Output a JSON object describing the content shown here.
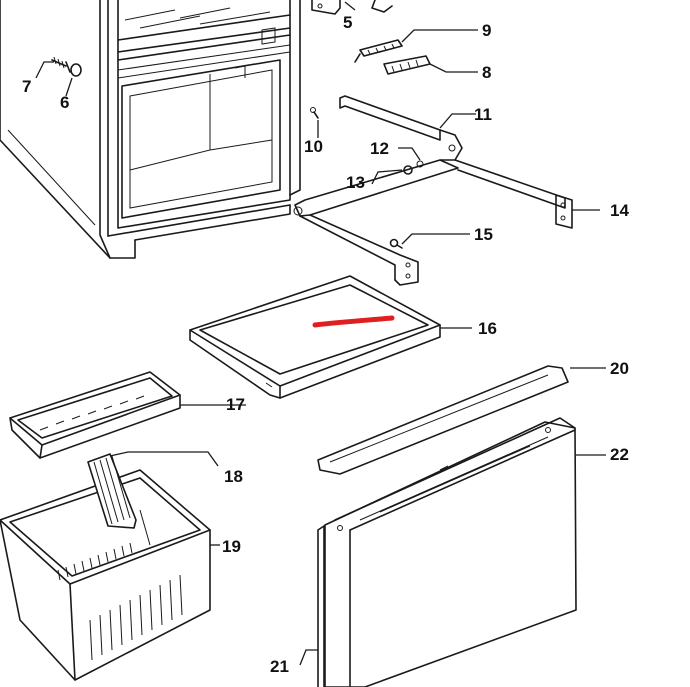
{
  "callouts": {
    "c5": "5",
    "c6": "6",
    "c7": "7",
    "c8": "8",
    "c9": "9",
    "c10": "10",
    "c11": "11",
    "c12": "12",
    "c13": "13",
    "c14": "14",
    "c15": "15",
    "c16": "16",
    "c17": "17",
    "c18": "18",
    "c19": "19",
    "c20": "20",
    "c21": "21",
    "c22": "22"
  },
  "colors": {
    "line": "#1a1a1a",
    "highlight": "#e02020",
    "background": "#ffffff"
  },
  "highlight": {
    "marks_part": "16"
  }
}
